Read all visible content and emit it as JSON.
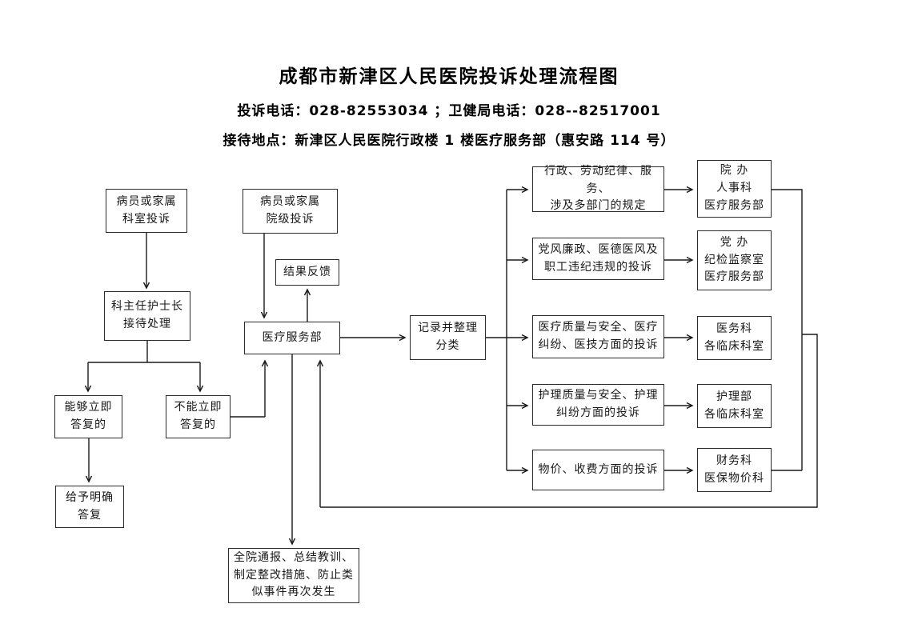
{
  "header": {
    "title": "成都市新津区人民医院投诉处理流程图",
    "phone_line": "投诉电话：028-82553034 ；卫健局电话：028--82517001",
    "address_line": "接待地点：新津区人民医院行政楼 1 楼医疗服务部（惠安路 114 号）"
  },
  "nodes": {
    "ward_complaint": {
      "label": "病员或家属\n科室投诉"
    },
    "hospital_complaint": {
      "label": "病员或家属\n院级投诉"
    },
    "result_feedback": {
      "label": "结果反馈"
    },
    "head_nurse": {
      "label": "科主任护士长\n接待处理"
    },
    "medical_service": {
      "label": "医疗服务部"
    },
    "can_reply": {
      "label": "能够立即\n答复的"
    },
    "cannot_reply": {
      "label": "不能立即\n答复的"
    },
    "clear_reply": {
      "label": "给予明确\n答复"
    },
    "summary_action": {
      "label": "全院通报、总结教训、\n制定整改措施、防止类\n似事件再次发生"
    },
    "record_classify": {
      "label": "记录并整理\n分类"
    },
    "cat_admin": {
      "label": "行政、劳动纪律、服务、\n涉及多部门的规定"
    },
    "cat_party": {
      "label": "党风廉政、医德医风及\n职工违纪违规的投诉"
    },
    "cat_medical": {
      "label": "医疗质量与安全、医疗\n纠纷、医技方面的投诉"
    },
    "cat_nursing": {
      "label": "护理质量与安全、护理\n纠纷方面的投诉"
    },
    "cat_price": {
      "label": "物价、收费方面的投诉"
    },
    "tgt_admin": {
      "label": "院 办\n人事科\n医疗服务部"
    },
    "tgt_party": {
      "label": "党 办\n纪检监察室\n医疗服务部"
    },
    "tgt_medical": {
      "label": "医务科\n各临床科室"
    },
    "tgt_nursing": {
      "label": "护理部\n各临床科室"
    },
    "tgt_price": {
      "label": "财务科\n医保物价科"
    }
  },
  "colors": {
    "line": "#1a1a1a",
    "border": "#2b2b2b",
    "text": "#111111",
    "background": "#ffffff"
  }
}
